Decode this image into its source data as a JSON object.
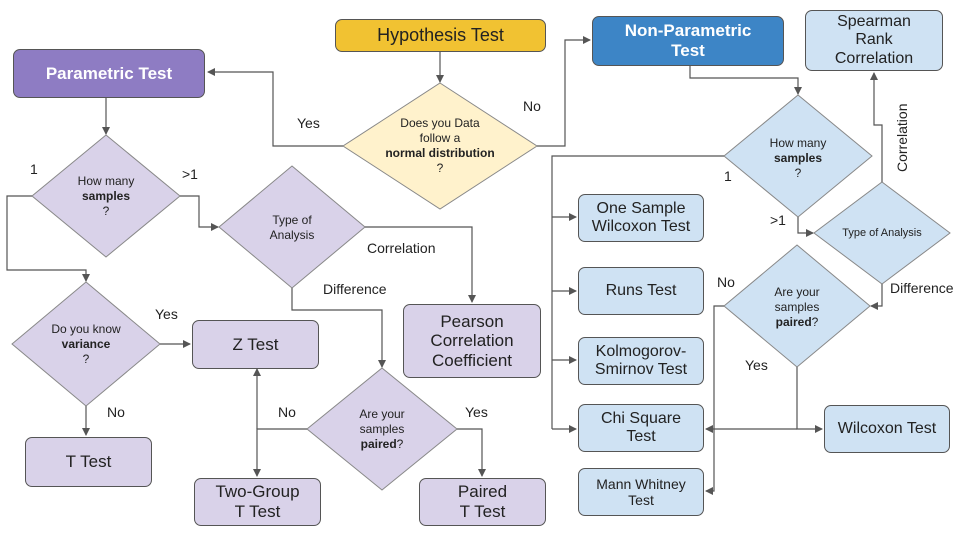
{
  "nodes": {
    "hypothesis_test": "Hypothesis Test",
    "parametric_test": "Parametric Test",
    "non_parametric_test": "Non-Parametric Test",
    "spearman": "Spearman Rank Correlation",
    "z_test": "Z Test",
    "t_test": "T Test",
    "pearson": "Pearson Correlation Coefficient",
    "two_group_t_test": "Two-Group T Test",
    "paired_t_test": "Paired T Test",
    "one_sample_wilcoxon": "One Sample Wilcoxon Test",
    "runs_test": "Runs Test",
    "kolmogorov_smirnov": "Kolmogorov-Smirnov Test",
    "chi_square": "Chi Square Test",
    "mann_whitney": "Mann Whitney Test",
    "wilcoxon_test": "Wilcoxon Test"
  },
  "decisions": {
    "normal": {
      "pre": "Does you Data follow a",
      "bold": "normal distribution",
      "post": "?"
    },
    "samples_left": {
      "pre": "How many",
      "bold": "samples",
      "post": "?"
    },
    "analysis_left": {
      "text": "Type of Analysis"
    },
    "variance": {
      "pre": "Do you know",
      "bold": "variance",
      "post": "?"
    },
    "paired_left": {
      "pre": "Are your samples",
      "bold": "paired",
      "post": "?"
    },
    "samples_right": {
      "pre": "How many",
      "bold": "samples",
      "post": "?"
    },
    "analysis_right": {
      "text": "Type of Analysis"
    },
    "paired_right": {
      "pre": "Are your samples",
      "bold": "paired",
      "post": "?"
    }
  },
  "edge_labels": {
    "yes_parametric": "Yes",
    "no_nonparametric": "No",
    "one_left": "1",
    "gt1_left": ">1",
    "correlation_left": "Correlation",
    "difference_left": "Difference",
    "yes_variance": "Yes",
    "no_variance": "No",
    "no_paired_left": "No",
    "yes_paired_left": "Yes",
    "one_right": "1",
    "gt1_right": ">1",
    "correlation_right": "Correlation",
    "difference_right": "Difference",
    "no_paired_right": "No",
    "yes_paired_right": "Yes"
  },
  "colors": {
    "hypothesis": "#f1c232",
    "parametric_header": "#8e7cc3",
    "nonparametric_header": "#3d85c6",
    "parametric_node": "#d9d2e9",
    "nonparametric_node": "#cfe2f3",
    "normal_decision": "#fff2cc"
  }
}
